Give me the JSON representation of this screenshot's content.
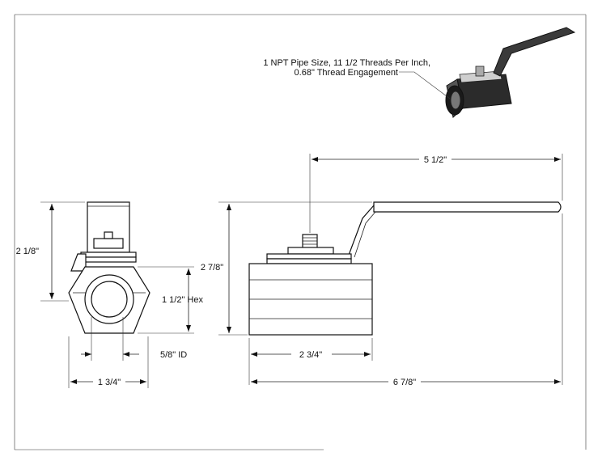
{
  "callout": {
    "line1": "1 NPT Pipe Size, 11 1/2 Threads Per Inch,",
    "line2": "0.68\" Thread Engagement"
  },
  "dimensions": {
    "overall_height_side": "2 1/8\"",
    "hex_size": "1 1/2\" Hex",
    "inner_diameter": "5/8\" ID",
    "side_width": "1 3/4\"",
    "handle_length": "5 1/2\"",
    "front_height": "2 7/8\"",
    "body_length": "2 3/4\"",
    "overall_length": "6 7/8\""
  }
}
